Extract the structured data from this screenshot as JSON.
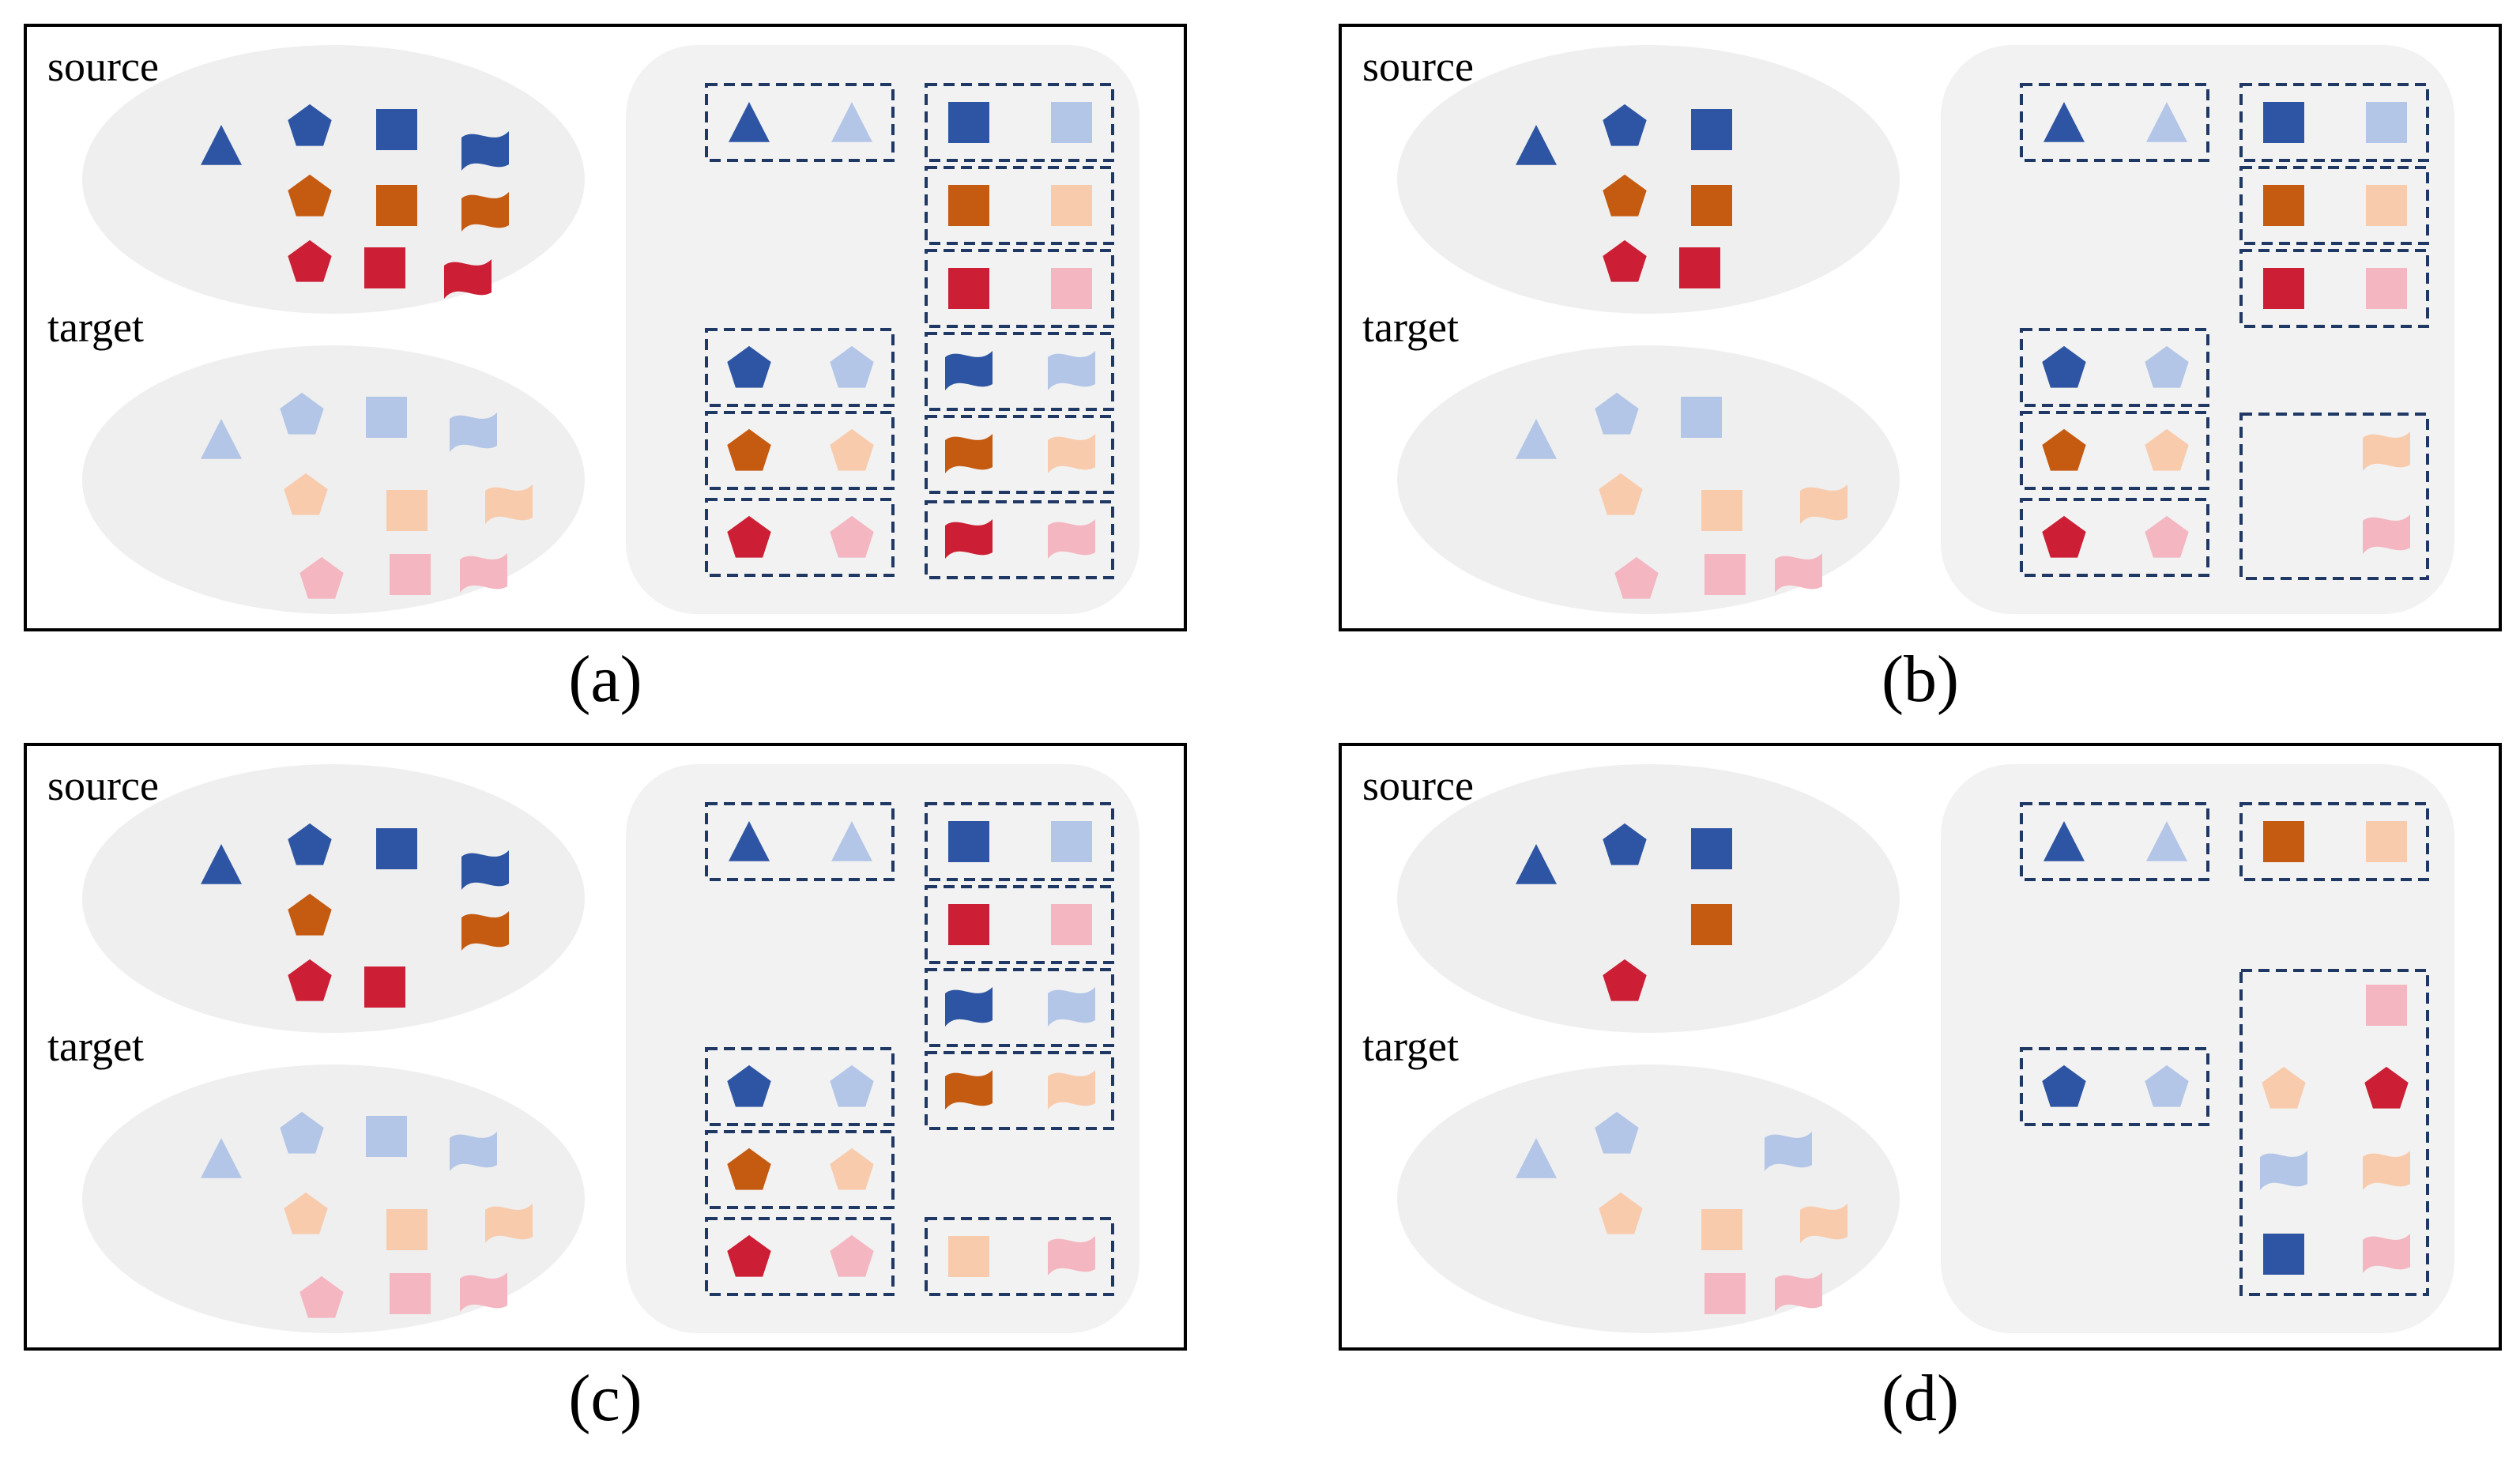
{
  "palette": {
    "dark": {
      "blue": "#2E55A4",
      "orange": "#C55A11",
      "red": "#CC1F35"
    },
    "light": {
      "blue": "#B3C6E7",
      "orange": "#F8CBAD",
      "red": "#F4B6C1"
    },
    "ellipse": "#EFEFEF",
    "group_bg": "#F2F2F2",
    "dash": "#1F3864",
    "frame": "#000000"
  },
  "shape_types": [
    "triangle",
    "pentagon",
    "square",
    "flag"
  ],
  "panels": [
    {
      "id": "a",
      "caption": "(a)",
      "source_label": "source",
      "target_label": "target",
      "source": {
        "blue": [
          "triangle",
          "pentagon",
          "square",
          "flag"
        ],
        "orange": [
          "pentagon",
          "square",
          "flag"
        ],
        "red": [
          "pentagon",
          "square",
          "flag"
        ]
      },
      "target": {
        "blue": [
          "triangle",
          "pentagon",
          "square",
          "flag"
        ],
        "orange": [
          "pentagon",
          "square",
          "flag"
        ],
        "red": [
          "pentagon",
          "square",
          "flag"
        ]
      },
      "pairs": [
        {
          "shape": "triangle",
          "color": "blue"
        },
        {
          "shape": "square",
          "color": "blue"
        },
        {
          "shape": "square",
          "color": "orange"
        },
        {
          "shape": "square",
          "color": "red"
        },
        {
          "shape": "pentagon",
          "color": "blue"
        },
        {
          "shape": "flag",
          "color": "blue"
        },
        {
          "shape": "pentagon",
          "color": "orange"
        },
        {
          "shape": "flag",
          "color": "orange"
        },
        {
          "shape": "pentagon",
          "color": "red"
        },
        {
          "shape": "flag",
          "color": "red"
        }
      ]
    },
    {
      "id": "b",
      "caption": "(b)",
      "source_label": "source",
      "target_label": "target",
      "source": {
        "blue": [
          "triangle",
          "pentagon",
          "square"
        ],
        "orange": [
          "pentagon",
          "square"
        ],
        "red": [
          "pentagon",
          "square"
        ]
      },
      "target": {
        "blue": [
          "triangle",
          "pentagon",
          "square"
        ],
        "orange": [
          "pentagon",
          "square",
          "flag"
        ],
        "red": [
          "pentagon",
          "square",
          "flag"
        ]
      },
      "pairs": [
        {
          "shape": "triangle",
          "color": "blue"
        },
        {
          "shape": "square",
          "color": "blue"
        },
        {
          "shape": "square",
          "color": "orange"
        },
        {
          "shape": "square",
          "color": "red"
        },
        {
          "shape": "pentagon",
          "color": "blue"
        },
        {
          "shape": "pentagon",
          "color": "orange"
        },
        {
          "shape": "pentagon",
          "color": "red"
        }
      ],
      "unmatched_target": [
        {
          "shape": "flag",
          "color": "orange"
        },
        {
          "shape": "flag",
          "color": "red"
        }
      ]
    },
    {
      "id": "c",
      "caption": "(c)",
      "source_label": "source",
      "target_label": "target",
      "source": {
        "blue": [
          "triangle",
          "pentagon",
          "square",
          "flag"
        ],
        "orange": [
          "pentagon",
          "flag"
        ],
        "red": [
          "pentagon",
          "square"
        ]
      },
      "target": {
        "blue": [
          "triangle",
          "pentagon",
          "square",
          "flag"
        ],
        "orange": [
          "pentagon",
          "square",
          "flag"
        ],
        "red": [
          "pentagon",
          "square",
          "flag"
        ]
      },
      "pairs": [
        {
          "shape": "triangle",
          "color": "blue"
        },
        {
          "shape": "square",
          "color": "blue"
        },
        {
          "shape": "square",
          "color": "red"
        },
        {
          "shape": "flag",
          "color": "blue"
        },
        {
          "shape": "pentagon",
          "color": "blue"
        },
        {
          "shape": "flag",
          "color": "orange"
        },
        {
          "shape": "pentagon",
          "color": "orange"
        },
        {
          "shape": "pentagon",
          "color": "red"
        }
      ],
      "unmatched_target": [
        {
          "shape": "square",
          "color": "orange"
        },
        {
          "shape": "flag",
          "color": "red"
        }
      ]
    },
    {
      "id": "d",
      "caption": "(d)",
      "source_label": "source",
      "target_label": "target",
      "source": {
        "blue": [
          "triangle",
          "pentagon",
          "square"
        ],
        "orange": [
          "square"
        ],
        "red": [
          "pentagon"
        ]
      },
      "target": {
        "blue": [
          "triangle",
          "pentagon",
          "flag"
        ],
        "orange": [
          "pentagon",
          "square",
          "flag"
        ],
        "red": [
          "square",
          "flag"
        ]
      },
      "pairs": [
        {
          "shape": "triangle",
          "color": "blue"
        },
        {
          "shape": "square",
          "color": "orange"
        },
        {
          "shape": "pentagon",
          "color": "blue"
        }
      ],
      "mixed_group": [
        {
          "shape": "square",
          "color": "red",
          "tone": "light"
        },
        {
          "shape": "pentagon",
          "color": "orange",
          "tone": "light"
        },
        {
          "shape": "pentagon",
          "color": "red",
          "tone": "dark"
        },
        {
          "shape": "flag",
          "color": "blue",
          "tone": "light"
        },
        {
          "shape": "flag",
          "color": "orange",
          "tone": "light"
        },
        {
          "shape": "square",
          "color": "blue",
          "tone": "dark"
        },
        {
          "shape": "flag",
          "color": "red",
          "tone": "light"
        }
      ]
    }
  ]
}
